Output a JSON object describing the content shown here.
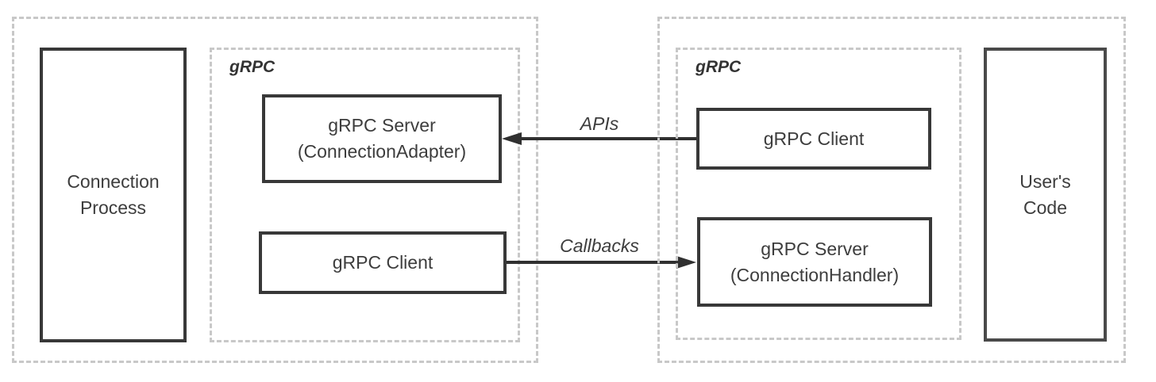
{
  "diagram": {
    "colors": {
      "background": "#ffffff",
      "box_border": "#383838",
      "user_code_border": "#4a4a4a",
      "dashed_border": "#c8c8c8",
      "text": "#3d3d3d",
      "arrow": "#303030"
    },
    "connection_process_group": {
      "process_box": {
        "line1": "Connection",
        "line2": "Process"
      },
      "grpc_container": {
        "label": "gRPC",
        "server_box": {
          "line1": "gRPC Server",
          "line2": "(ConnectionAdapter)"
        },
        "client_box": {
          "label": "gRPC Client"
        }
      }
    },
    "user_code_group": {
      "grpc_container": {
        "label": "gRPC",
        "client_box": {
          "label": "gRPC Client"
        },
        "server_box": {
          "line1": "gRPC Server",
          "line2": "(ConnectionHandler)"
        }
      },
      "user_code_box": {
        "line1": "User's",
        "line2": "Code"
      }
    },
    "arrows": {
      "apis": {
        "label": "APIs",
        "direction": "right-to-left"
      },
      "callbacks": {
        "label": "Callbacks",
        "direction": "left-to-right"
      }
    }
  }
}
